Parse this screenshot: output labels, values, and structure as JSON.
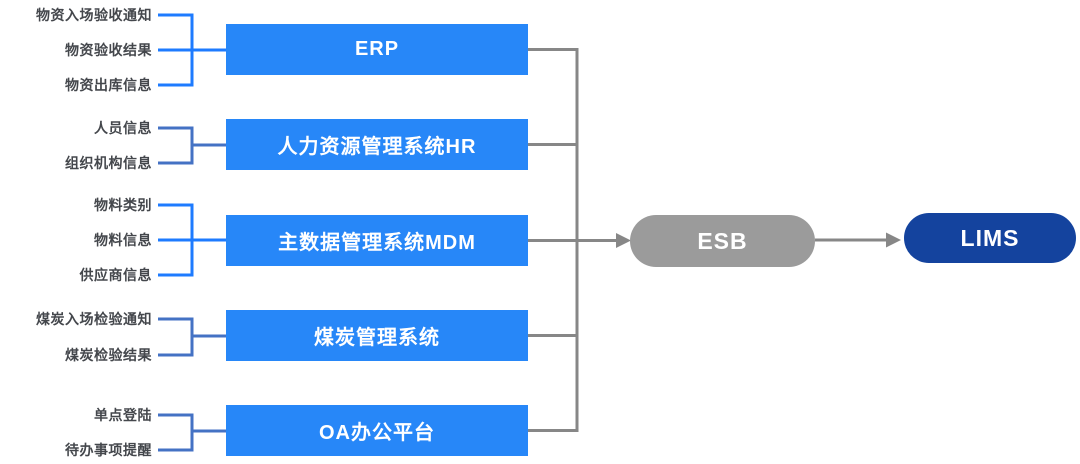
{
  "diagram": {
    "groups": [
      {
        "system": "ERP",
        "labels": [
          "物资入场验收通知",
          "物资验收结果",
          "物资出库信息"
        ],
        "line_color": "#1e7bff"
      },
      {
        "system": "人力资源管理系统HR",
        "labels": [
          "人员信息",
          "组织机构信息"
        ],
        "line_color": "#4472c4"
      },
      {
        "system": "主数据管理系统MDM",
        "labels": [
          "物料类别",
          "物料信息",
          "供应商信息"
        ],
        "line_color": "#1e7bff"
      },
      {
        "system": "煤炭管理系统",
        "labels": [
          "煤炭入场检验通知",
          "煤炭检验结果"
        ],
        "line_color": "#4472c4"
      },
      {
        "system": "OA办公平台",
        "labels": [
          "单点登陆",
          "待办事项提醒"
        ],
        "line_color": "#4472c4"
      }
    ],
    "hub": {
      "label": "ESB",
      "color": "#9b9b9b"
    },
    "target": {
      "label": "LIMS",
      "color": "#14439e"
    },
    "colors": {
      "system_box": "#2787f8",
      "label_text": "#44474c",
      "connector_gray": "#878787",
      "bracket_bright_blue": "#1e7bff",
      "bracket_royal_blue": "#4472c4"
    }
  }
}
